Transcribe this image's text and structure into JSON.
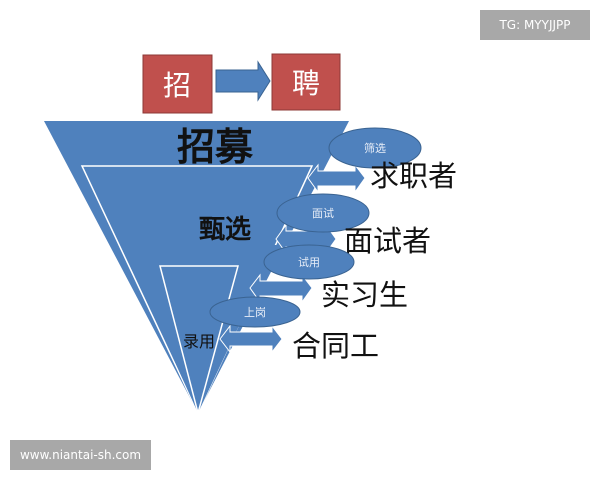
{
  "header": {
    "left_box": "招",
    "right_box": "聘"
  },
  "funnel": {
    "layers": [
      "招募",
      "甄选",
      "录用"
    ]
  },
  "stages": [
    {
      "action": "筛选",
      "result": "求职者"
    },
    {
      "action": "面试",
      "result": "面试者"
    },
    {
      "action": "试用",
      "result": "实习生"
    },
    {
      "action": "上岗",
      "result": "合同工"
    }
  ],
  "watermarks": {
    "top_right": "TG: MYYJJPP",
    "bottom_left": "www.niantai-sh.com"
  },
  "colors": {
    "box": "#c0504d",
    "funnel": "#4f81bd",
    "badge": "#a8a8a8"
  }
}
